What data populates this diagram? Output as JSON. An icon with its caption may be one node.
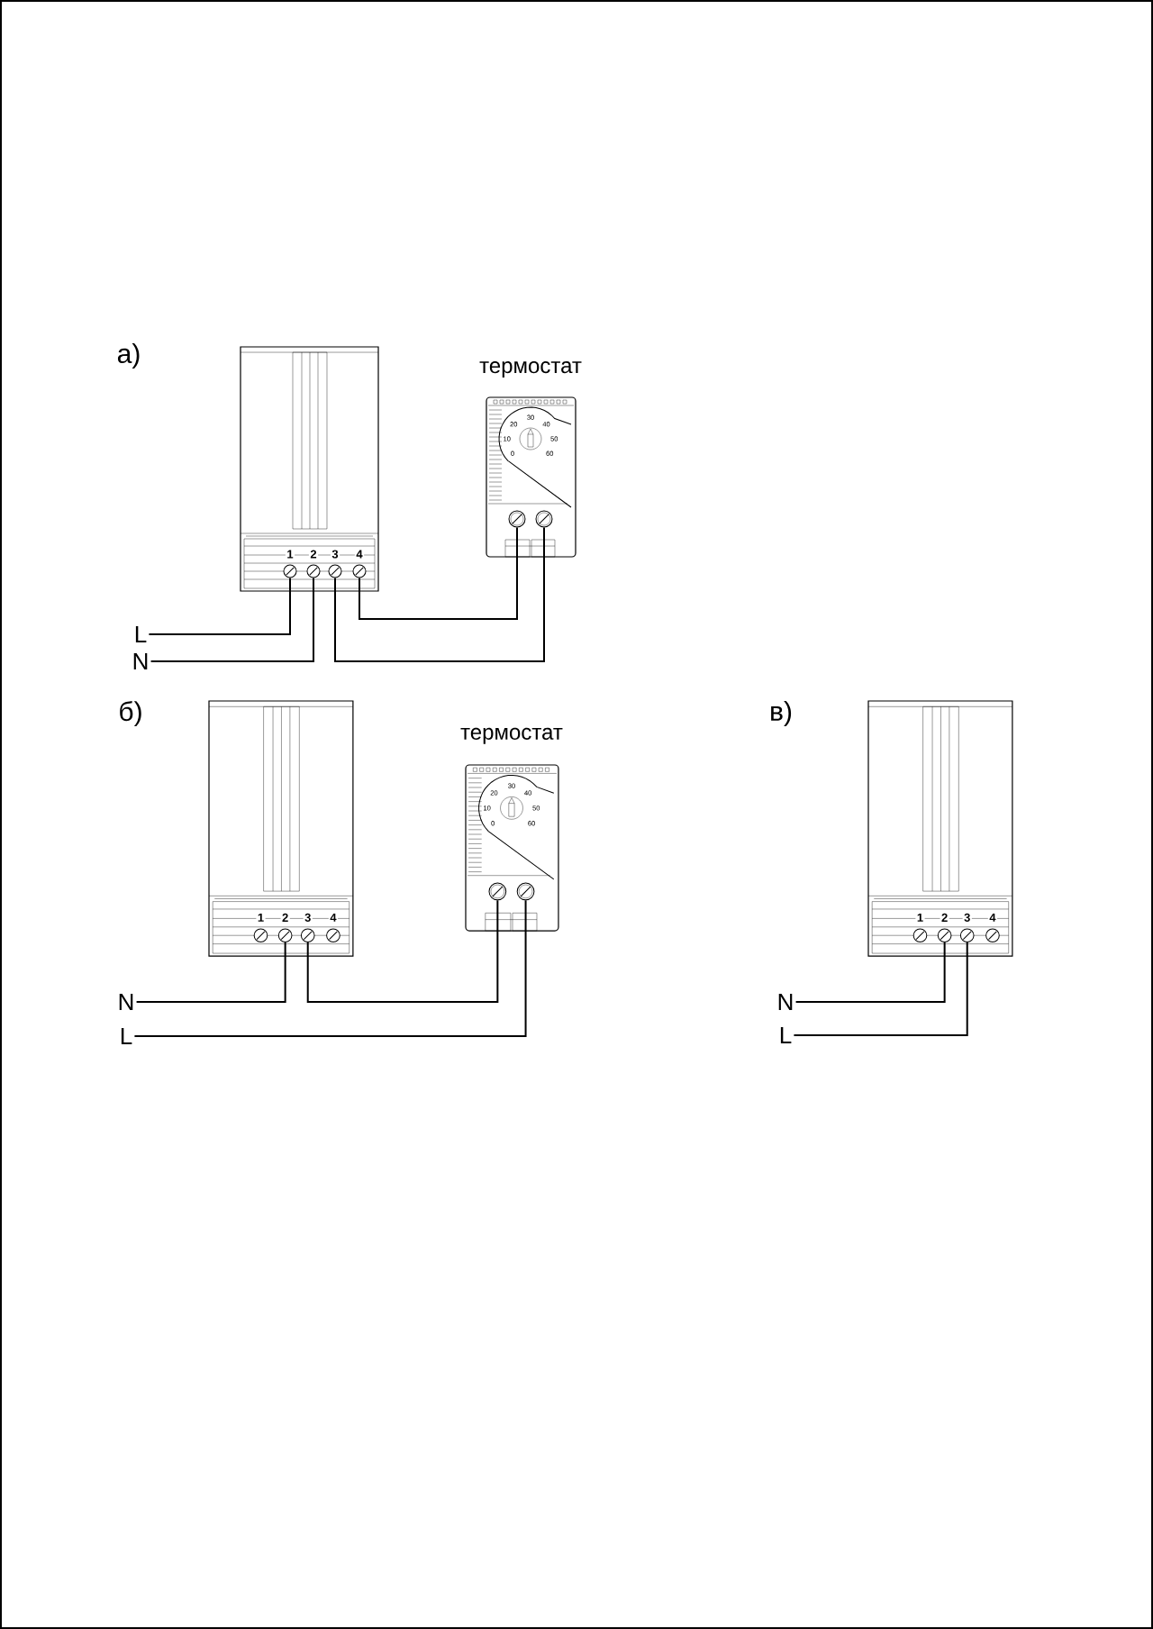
{
  "diagram": {
    "nodes": [
      {
        "text": [],
        "shape": "box"
      },
      {
        "text": [],
        "shape": "circle",
        "in": 0
      },
      {
        "text": [],
        "shape": "circle",
        "in": 0
      },
      {
        "text": [],
        "shape": "circle",
        "in": 0
      },
      {
        "text": [],
        "shape": "circle",
        "in": 0
      },
      {
        "text": [
          "термостат"
        ]
      },
      {
        "text": [],
        "shape": "circle",
        "in": 5
      },
      {
        "text": [],
        "shape": "circle",
        "in": 5
      },
      {
        "text": [
          "L"
        ]
      },
      {
        "text": [
          "N"
        ]
      },
      {
        "text": [],
        "shape": "box"
      },
      {
        "text": [],
        "shape": "circle",
        "in": 10
      },
      {
        "text": [],
        "shape": "circle",
        "in": 10
      },
      {
        "text": [],
        "shape": "circle",
        "in": 10
      },
      {
        "text": [],
        "shape": "circle",
        "in": 10
      },
      {
        "text": [
          "термостат"
        ]
      },
      {
        "text": [],
        "shape": "circle",
        "in": 15
      },
      {
        "text": [],
        "shape": "circle",
        "in": 15
      },
      {
        "text": [
          "N"
        ]
      },
      {
        "text": [
          "L"
        ]
      },
      {
        "text": [],
        "shape": "box"
      },
      {
        "text": [],
        "shape": "circle",
        "in": 20
      },
      {
        "text": [],
        "shape": "circle",
        "in": 20
      },
      {
        "text": [],
        "shape": "circle",
        "in": 20
      },
      {
        "text": [],
        "shape": "circle",
        "in": 20
      },
      {
        "text": [
          "N"
        ]
      },
      {
        "text": [
          "L"
        ]
      }
    ],
    "edges": [
      {
        "from": 8,
        "to": 1,
        "arrow": "none"
      },
      {
        "from": 9,
        "to": 2,
        "arrow": "none"
      },
      {
        "from": 4,
        "to": 6,
        "arrow": "none"
      },
      {
        "from": 3,
        "to": 7,
        "arrow": "none"
      },
      {
        "from": 18,
        "to": 12,
        "arrow": "none"
      },
      {
        "from": 13,
        "to": 16,
        "arrow": "none"
      },
      {
        "from": 19,
        "to": 17,
        "arrow": "none"
      },
      {
        "from": 25,
        "to": 22,
        "arrow": "none"
      },
      {
        "from": 26,
        "to": 23,
        "arrow": "none"
      }
    ],
    "labels": [
      "а)",
      "1",
      "2",
      "3",
      "4",
      "30",
      "20",
      "40",
      "10",
      "50",
      "0",
      "60",
      "б)",
      "1",
      "2",
      "3",
      "4",
      "30",
      "20",
      "40",
      "10",
      "50",
      "0",
      "60",
      "в)",
      "1",
      "2",
      "3",
      "4"
    ]
  }
}
